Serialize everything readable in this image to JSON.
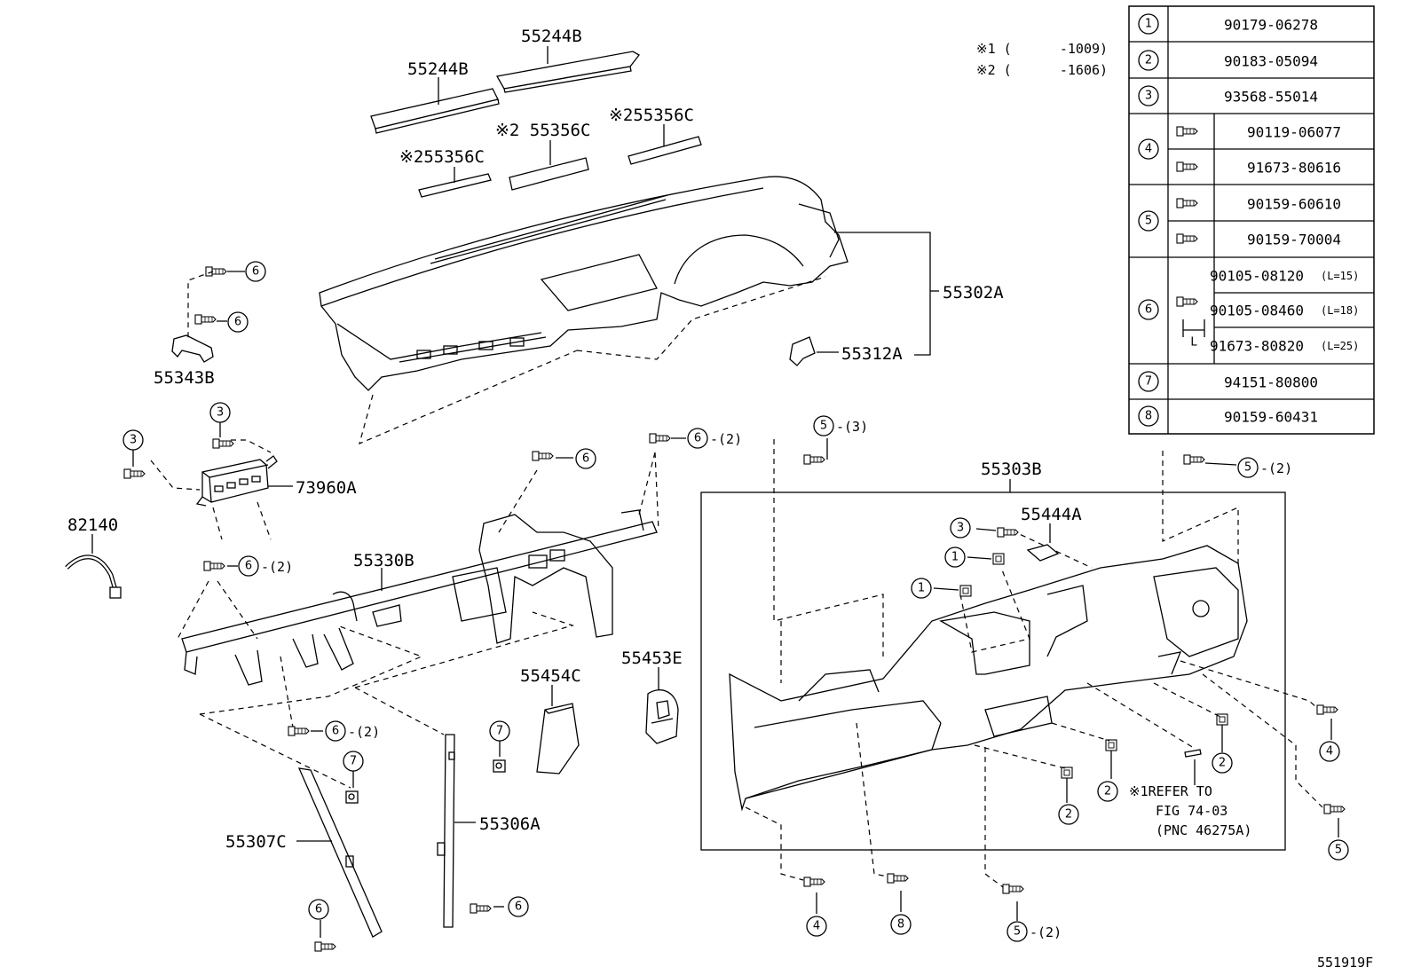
{
  "notes": {
    "note1": "※1 (      -1009)",
    "note2": "※2 (      -1606)"
  },
  "figure_id": "551919F",
  "refer_note": {
    "line1": "※1REFER TO",
    "line2": "FIG 74-03",
    "line3": "(PNC 46275A)"
  },
  "part_labels": {
    "p55244B_top": "55244B",
    "p55244B_left": "55244B",
    "p55356C_a": "※255356C",
    "p55356C_b": "※2 55356C",
    "p55356C_c": "※255356C",
    "p55302A": "55302A",
    "p55312A": "55312A",
    "p55343B": "55343B",
    "p73960A": "73960A",
    "p82140": "82140",
    "p55330B": "55330B",
    "p55303B": "55303B",
    "p55444A": "55444A",
    "p55454C": "55454C",
    "p55453E": "55453E",
    "p55306A": "55306A",
    "p55307C": "55307C"
  },
  "callouts": {
    "c6a": "6",
    "c6b": "6",
    "c3a": "3",
    "c3b": "3",
    "c6c": "6",
    "c6c_qty": "-(2)",
    "c6d": "6",
    "c6e": "6",
    "c6e_qty": "-(2)",
    "c5a": "5",
    "c5a_qty": "-(3)",
    "c5b": "5",
    "c5b_qty": "-(2)",
    "c3c": "3",
    "c1a": "1",
    "c1b": "1",
    "c6f": "6",
    "c6f_qty": "-(2)",
    "c7a": "7",
    "c7b": "7",
    "c6g": "6",
    "c6h": "6",
    "c2a": "2",
    "c2b": "2",
    "c2c": "2",
    "c4a": "4",
    "c5c": "5",
    "c4b": "4",
    "c8": "8",
    "c5d": "5",
    "c5d_qty": "-(2)"
  },
  "parts_table": {
    "rows": [
      {
        "ref": "1",
        "part": "90179-06278"
      },
      {
        "ref": "2",
        "part": "90183-05094"
      },
      {
        "ref": "3",
        "part": "93568-55014"
      },
      {
        "ref": "4",
        "parts": [
          "90119-06077",
          "91673-80616"
        ]
      },
      {
        "ref": "5",
        "parts": [
          "90159-60610",
          "90159-70004"
        ]
      },
      {
        "ref": "6",
        "parts": [
          "90105-08120",
          "90105-08460",
          "91673-80820"
        ],
        "lengths": [
          "(L=15)",
          "(L=18)",
          "(L=25)"
        ],
        "dim_label": "L"
      },
      {
        "ref": "7",
        "part": "94151-80800"
      },
      {
        "ref": "8",
        "part": "90159-60431"
      }
    ]
  }
}
